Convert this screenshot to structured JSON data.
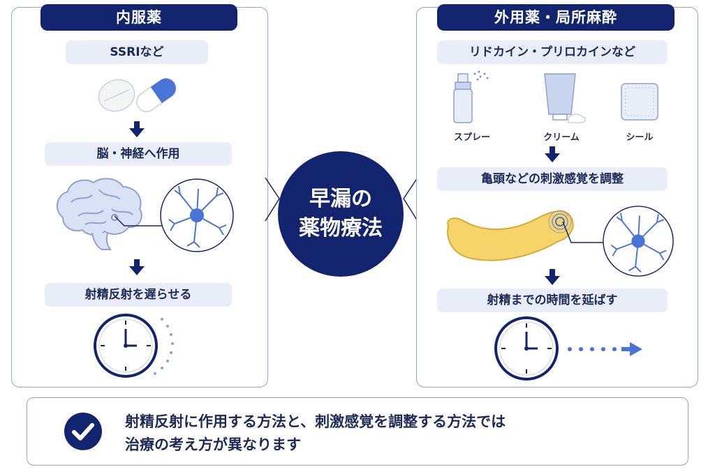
{
  "center": {
    "line1": "早漏の",
    "line2": "薬物療法"
  },
  "left_panel": {
    "title": "内服薬",
    "drug_label": "SSRIなど",
    "step1": "脳・神経へ作用",
    "step2": "射精反射を遅らせる"
  },
  "right_panel": {
    "title": "外用薬・局所麻酔",
    "drug_label": "リドカイン・プリロカインなど",
    "products": [
      "スプレー",
      "クリーム",
      "シール"
    ],
    "step1": "亀頭などの刺激感覚を調整",
    "step2": "射精までの時間を延ばす"
  },
  "summary": {
    "line1": "射精反射に作用する方法と、刺激感覚を調整する方法では",
    "line2": "治療の考え方が異なります"
  },
  "colors": {
    "navy": "#13246e",
    "pill": "#e9edf8",
    "accent": "#3f66c9",
    "border": "#9aa4c4"
  }
}
